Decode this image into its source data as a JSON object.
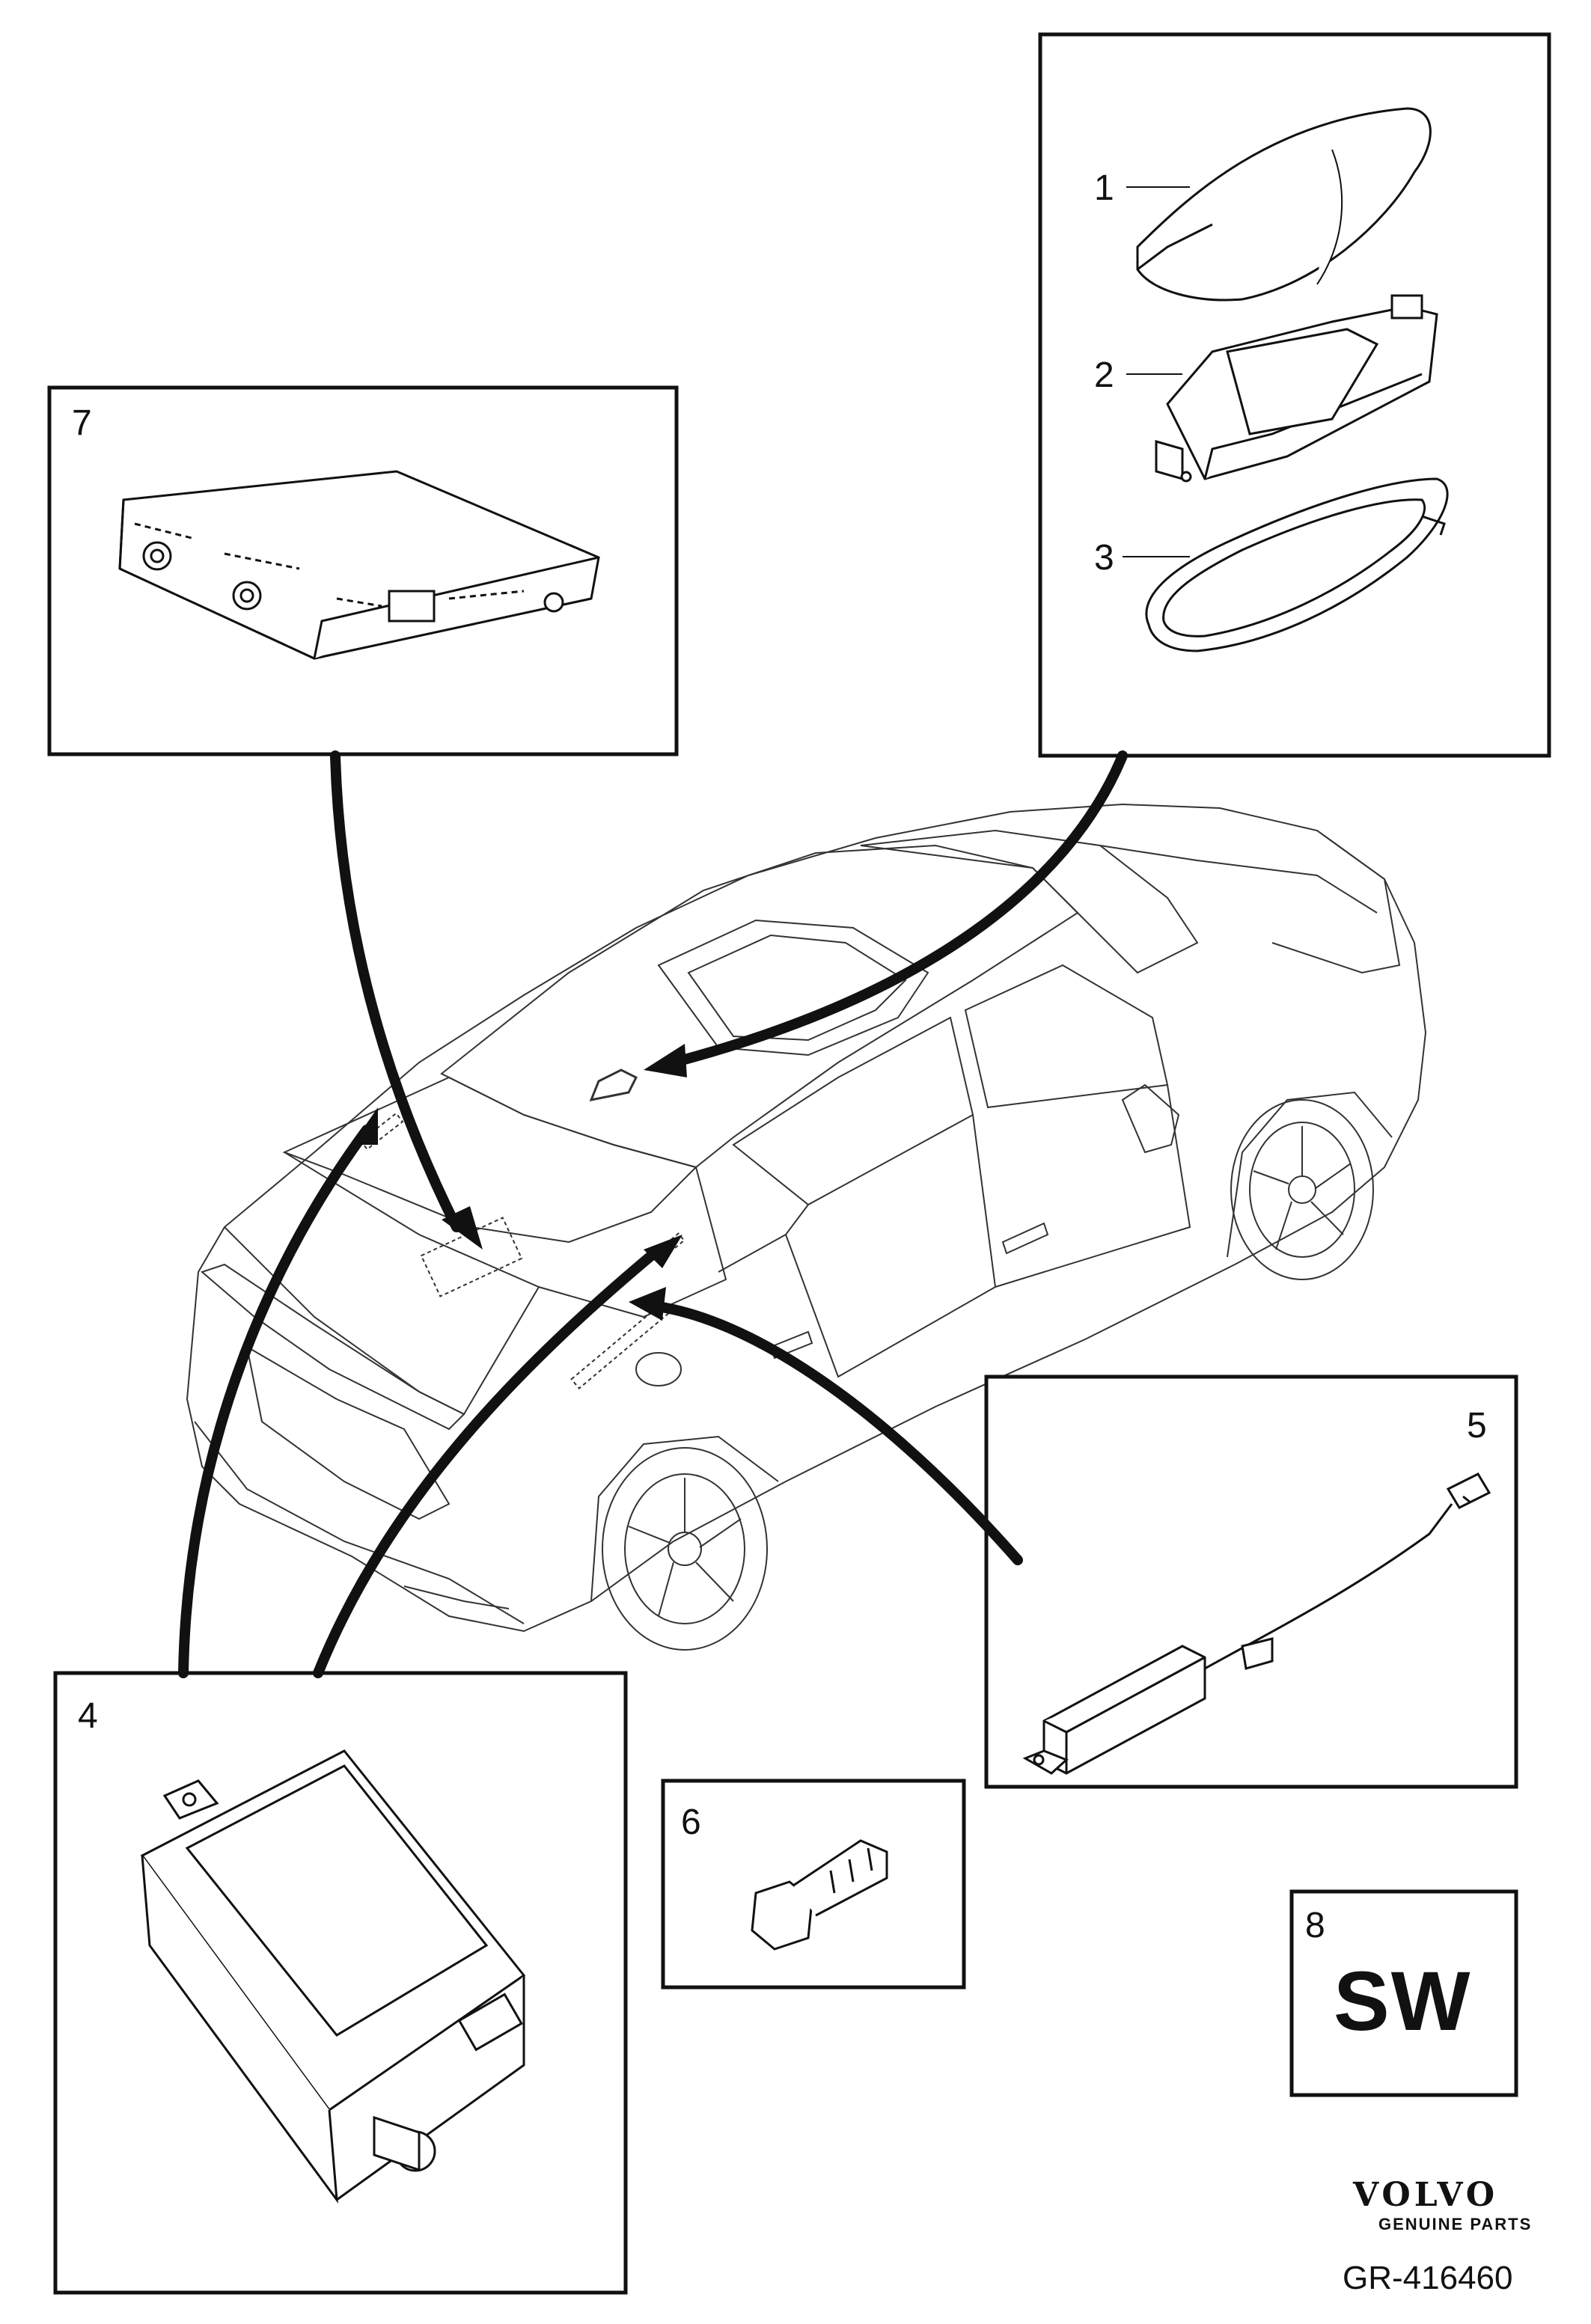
{
  "callouts": [
    {
      "id": "1",
      "label": "1"
    },
    {
      "id": "2",
      "label": "2"
    },
    {
      "id": "3",
      "label": "3"
    },
    {
      "id": "4",
      "label": "4"
    },
    {
      "id": "5",
      "label": "5"
    },
    {
      "id": "6",
      "label": "6"
    },
    {
      "id": "7",
      "label": "7"
    },
    {
      "id": "8",
      "label": "8"
    }
  ],
  "software_badge": "SW",
  "brand": {
    "name": "VOLVO",
    "tagline": "GENUINE PARTS"
  },
  "figure_ref": "GR-416460",
  "colors": {
    "line": "#111111",
    "background": "#ffffff"
  }
}
